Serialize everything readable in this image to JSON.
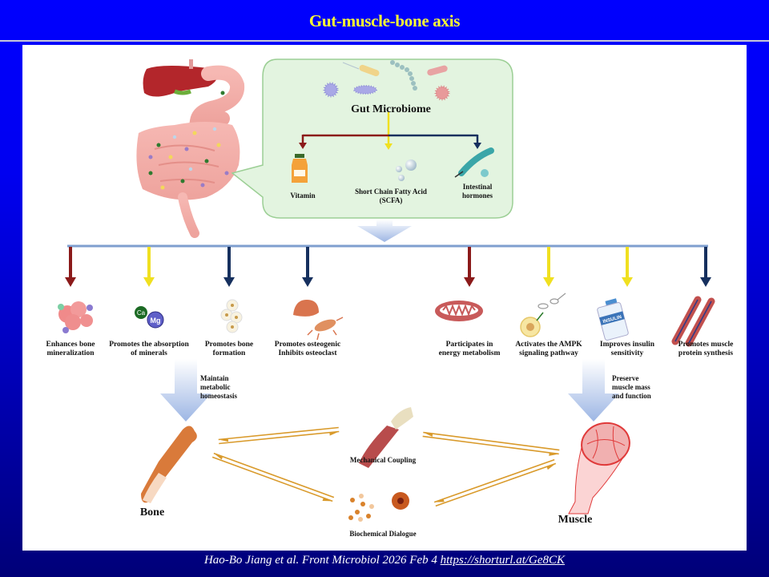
{
  "slide": {
    "title": "Gut-muscle-bone axis",
    "footer_citation": "Hao-Bo Jiang et al. Front Microbiol 2026 Feb 4 ",
    "footer_link": "https://shorturl.at/Ge8CK"
  },
  "colors": {
    "background_top": "#0000fe",
    "background_bottom": "#000078",
    "title": "#ffff33",
    "arrow_red": "#8b1a1a",
    "arrow_yellow": "#f0e020",
    "arrow_navy": "#16305e",
    "callout_fill": "#e3f4e0",
    "callout_border": "#9ccf95",
    "distribution_bar": "#7f9fcf",
    "bidirectional_arrows": "#d99a2b"
  },
  "gut": {
    "organ_icon": "digestive-system-icon",
    "microbiome_label": "Gut Microbiome",
    "microbe_icon": "bacteria-icon",
    "products": [
      {
        "label": "Vitamin",
        "icon": "juice-bottle-icon",
        "arrow": "red"
      },
      {
        "label": "Short Chain Fatty Acid\n(SCFA)",
        "label_line1": "Short Chain Fatty Acid",
        "label_line2": "(SCFA)",
        "icon": "droplets-icon",
        "arrow": "yellow"
      },
      {
        "label": "Intestinal hormones",
        "label_line1": "Intestinal",
        "label_line2": "hormones",
        "icon": "hormone-icon",
        "arrow": "navy"
      }
    ]
  },
  "effects": [
    {
      "line1": "Enhances bone",
      "line2": "mineralization",
      "icon": "bone-cells-icon",
      "arrow": "red"
    },
    {
      "line1": "Promotes the absorption",
      "line2": "of minerals",
      "icon": "ca-mg-icon",
      "arrow": "yellow",
      "icon_text": [
        "Ca",
        "Mg"
      ]
    },
    {
      "line1": "Promotes bone",
      "line2": "formation",
      "icon": "osteoblast-icon",
      "arrow": "navy"
    },
    {
      "line1": "Promotes osteogenic",
      "line2": "Inhibits osteoclast",
      "icon": "osteoclast-icon",
      "arrow": "navy"
    },
    {
      "line1": "Participates in",
      "line2": "energy metabolism",
      "icon": "mitochondrion-icon",
      "arrow": "red"
    },
    {
      "line1": "Activates the AMPK",
      "line2": "signaling pathway",
      "icon": "ampk-receptor-icon",
      "arrow": "yellow"
    },
    {
      "line1": "Improves insulin",
      "line2": "sensitivity",
      "icon": "insulin-vial-icon",
      "arrow": "yellow",
      "icon_text": [
        "INSULIN"
      ]
    },
    {
      "line1": "Promotes muscle",
      "line2": "protein synthesis",
      "icon": "muscle-fiber-icon",
      "arrow": "navy"
    }
  ],
  "outcomes": {
    "bone_arrow": {
      "line1": "Maintain",
      "line2": "metabolic",
      "line3": "homeostasis"
    },
    "muscle_arrow": {
      "line1": "Preserve",
      "line2": "muscle mass",
      "line3": "and function"
    },
    "bone_label": "Bone",
    "muscle_label": "Muscle",
    "mechanical_label": "Mechanical Coupling",
    "biochemical_label": "Biochemical Dialogue"
  }
}
